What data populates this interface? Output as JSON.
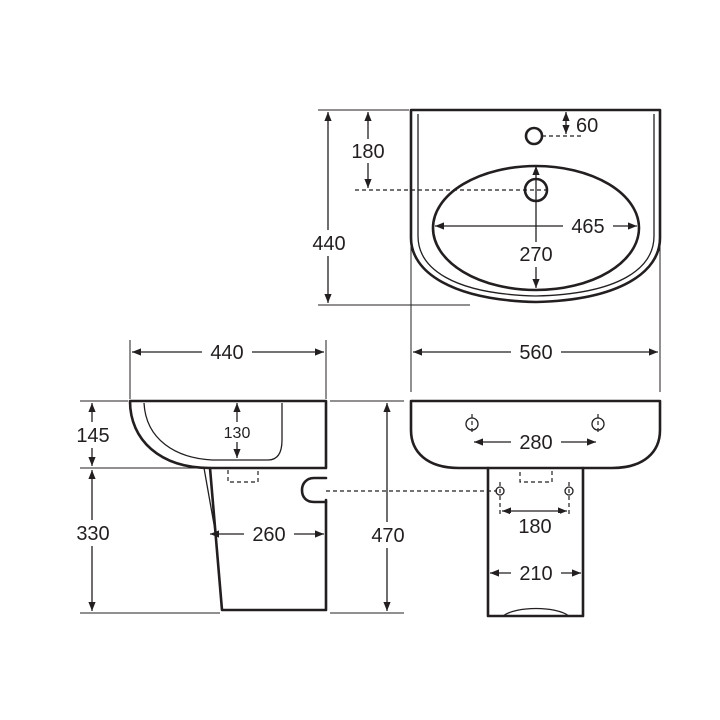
{
  "dimensions": {
    "top_height": "440",
    "top_tap_to_center": "180",
    "top_taphole_offset": "60",
    "top_bowl_width": "465",
    "top_bowl_depth": "270",
    "top_width": "560",
    "side_depth": "440",
    "side_basin_height": "145",
    "side_bowl_depth": "130",
    "side_pedestal_height": "330",
    "side_pedestal_depth": "260",
    "front_total_height": "470",
    "front_fixing_centres": "280",
    "front_waste_centres": "180",
    "front_pedestal_width": "210"
  },
  "colors": {
    "line": "#231f20",
    "background": "#ffffff"
  }
}
